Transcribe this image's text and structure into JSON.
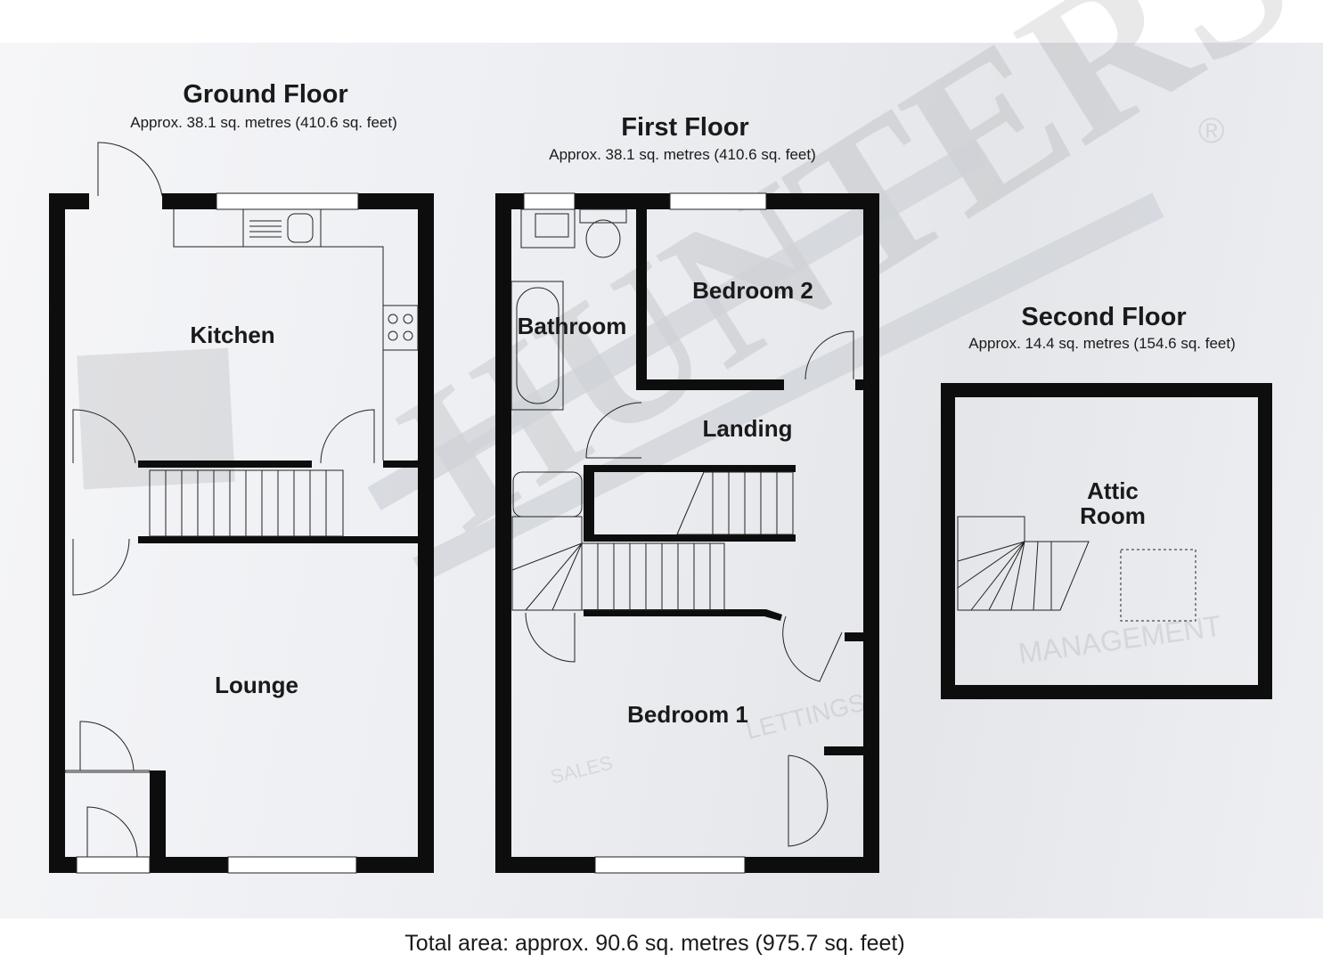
{
  "watermark": {
    "brand": "HUNTERS",
    "words": [
      "MANAGEMENT",
      "LETTINGS",
      "SALES"
    ]
  },
  "floors": [
    {
      "title": "Ground Floor",
      "area": "Approx. 38.1 sq. metres (410.6 sq. feet)",
      "rooms": [
        "Kitchen",
        "Lounge"
      ]
    },
    {
      "title": "First Floor",
      "area": "Approx. 38.1 sq. metres (410.6 sq. feet)",
      "rooms": [
        "Bathroom",
        "Bedroom 2",
        "Landing",
        "Bedroom 1"
      ]
    },
    {
      "title": "Second Floor",
      "area": "Approx. 14.4 sq. metres (154.6 sq. feet)",
      "rooms": [
        "Attic Room"
      ]
    }
  ],
  "total": "Total area: approx. 90.6 sq. metres (975.7 sq. feet)",
  "colors": {
    "wall": "#0d0d0d",
    "background": "#eceef2"
  }
}
